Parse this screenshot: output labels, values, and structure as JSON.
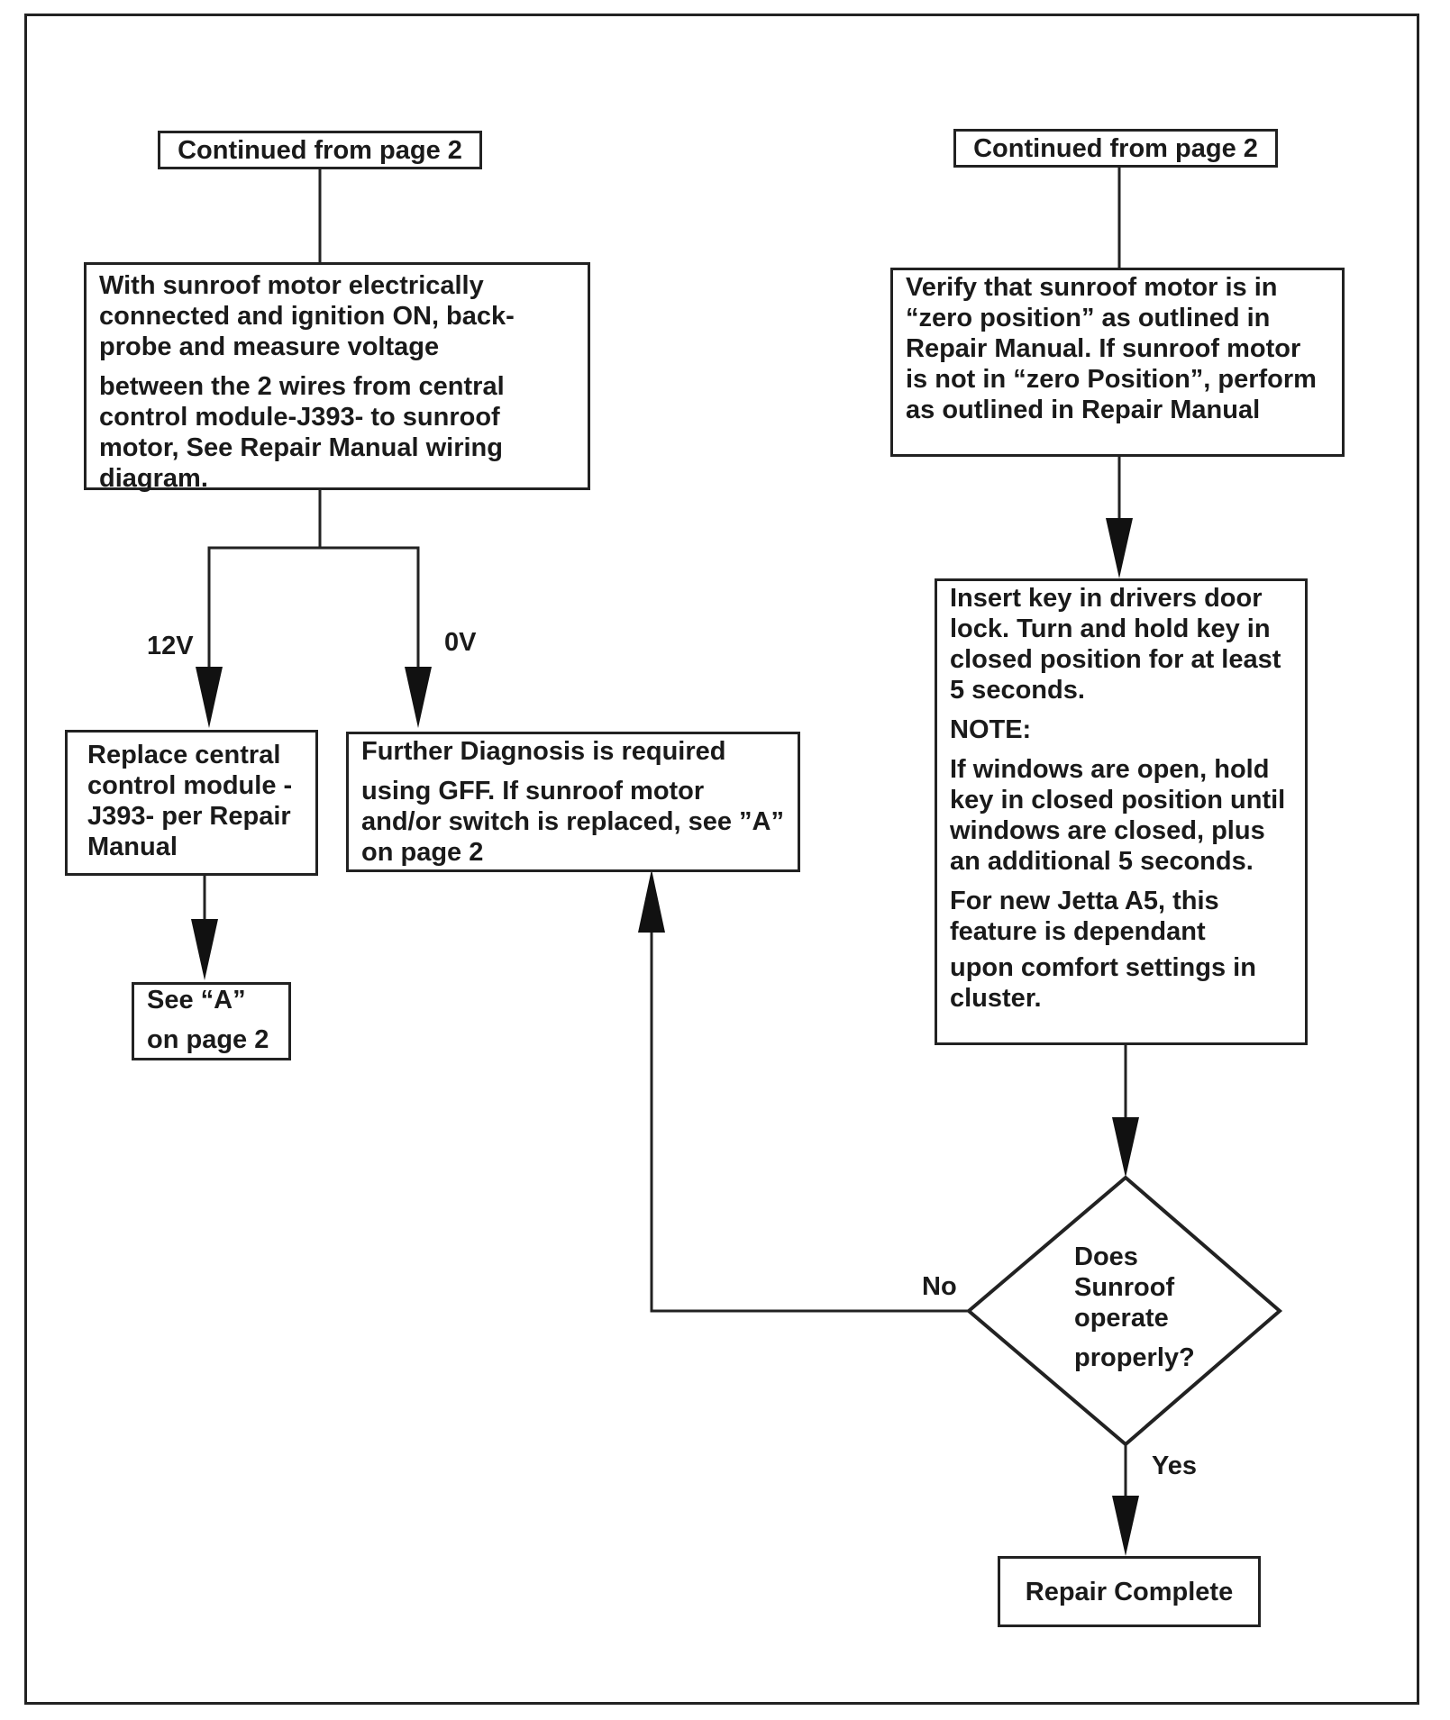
{
  "left": {
    "continued": "Continued from page 2",
    "measure": [
      "With sunroof motor electrically connected and ignition ON, back-probe and measure voltage",
      "between the 2 wires from central control module-J393- to sunroof motor, See Repair Manual wiring diagram."
    ],
    "label_12v": "12V",
    "label_0v": "0V",
    "replace": "Replace central control module -J393- per Repair Manual",
    "see_a": [
      "See “A”",
      "on page 2"
    ],
    "further": [
      "Further Diagnosis is required",
      "using GFF. If sunroof motor and/or switch is replaced, see ”A” on page 2"
    ]
  },
  "right": {
    "continued": "Continued from page 2",
    "verify": "Verify that sunroof motor is in “zero position” as outlined in Repair Manual. If sunroof motor is not in “zero Position”, perform as outlined in Repair Manual",
    "insert": [
      "Insert key in drivers door lock. Turn and hold key in closed position for at least 5 seconds.",
      "NOTE:",
      "If windows are open, hold key in closed position until windows are closed, plus an additional 5 seconds.",
      "For new Jetta A5, this feature is dependant",
      "upon comfort settings in cluster."
    ],
    "decision": [
      "Does",
      "Sunroof",
      "operate",
      "properly?"
    ],
    "label_no": "No",
    "label_yes": "Yes",
    "complete": "Repair Complete"
  }
}
